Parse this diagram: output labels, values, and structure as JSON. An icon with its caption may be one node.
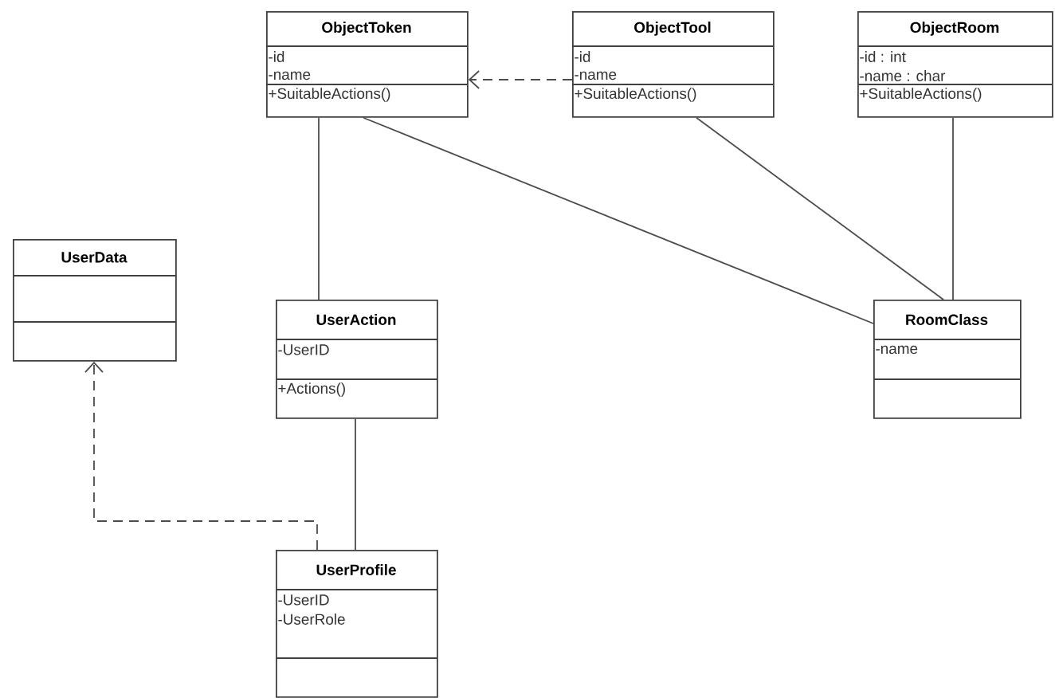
{
  "diagram": {
    "nodes": [
      {
        "text": [
          "ObjectToken",
          "-id",
          "-name",
          "+SuitableActions()"
        ]
      },
      {
        "text": [
          "ObjectTool",
          "-id",
          "-name",
          "+SuitableActions()"
        ]
      },
      {
        "text": [
          "ObjectRoom",
          "-id : int",
          "-name : char",
          "+SuitableActions()"
        ]
      },
      {
        "text": [
          "UserData"
        ]
      },
      {
        "text": [
          "UserAction",
          "-UserID",
          "+Actions()"
        ]
      },
      {
        "text": [
          "RoomClass",
          "-name"
        ]
      },
      {
        "text": [
          "UserProfile",
          "-UserID",
          "-UserRole"
        ]
      }
    ],
    "edges": [
      {
        "from": 1,
        "to": 0,
        "arrow": "to",
        "style": "dashed"
      },
      {
        "from": 0,
        "to": 4,
        "arrow": "none"
      },
      {
        "from": 0,
        "to": 5,
        "arrow": "none"
      },
      {
        "from": 1,
        "to": 5,
        "arrow": "none"
      },
      {
        "from": 2,
        "to": 5,
        "arrow": "none"
      },
      {
        "from": 4,
        "to": 6,
        "arrow": "none"
      },
      {
        "from": 6,
        "to": 3,
        "arrow": "to",
        "style": "dashed"
      }
    ]
  }
}
